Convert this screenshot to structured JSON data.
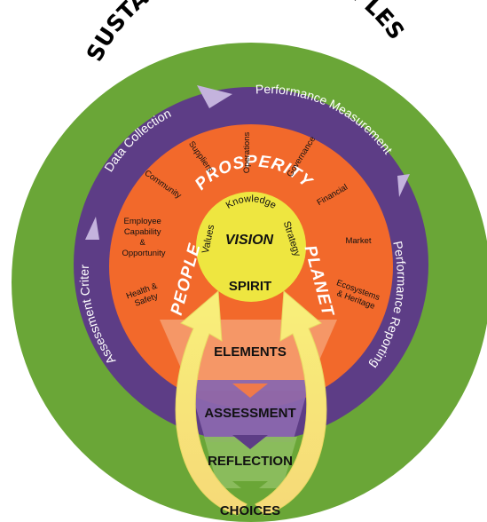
{
  "title": "SUSTAINABILITY PRINCIPLES",
  "colors": {
    "outer_green": "#6aa637",
    "purple_ring": "#5d3d86",
    "orange_disc": "#f2692b",
    "yellow_core": "#eee640",
    "arrow_yellow": "#f3e96c"
  },
  "cycle": {
    "performance_measurement": "Performance Measurement",
    "data_collection": "Data Collection",
    "performance_reporting": "Performance Reporting",
    "assessment_criteria": "Assessment Criter"
  },
  "categories": {
    "prosperity": "PROSPERITY",
    "people": "PEOPLE",
    "planet": "PLANET"
  },
  "prosperity_items": {
    "operations": "Operations",
    "suppliers": "Suppliers",
    "governance": "Governance",
    "community": "Community",
    "financial": "Financial"
  },
  "people_items": {
    "employee_lines": [
      "Employee",
      "Capability",
      "&",
      "Opportunity"
    ],
    "health_lines": [
      "Health &",
      "Safety"
    ]
  },
  "planet_items": {
    "market": "Market",
    "eco_lines": [
      "Ecosystems",
      "& Heritage"
    ]
  },
  "core": {
    "knowledge": "Knowledge",
    "values": "Values",
    "strategy": "Strategy",
    "vision": "VISION"
  },
  "stages": {
    "spirit": "SPIRIT",
    "elements": "ELEMENTS",
    "assessment": "ASSESSMENT",
    "reflection": "REFLECTION",
    "choices": "CHOICES"
  }
}
